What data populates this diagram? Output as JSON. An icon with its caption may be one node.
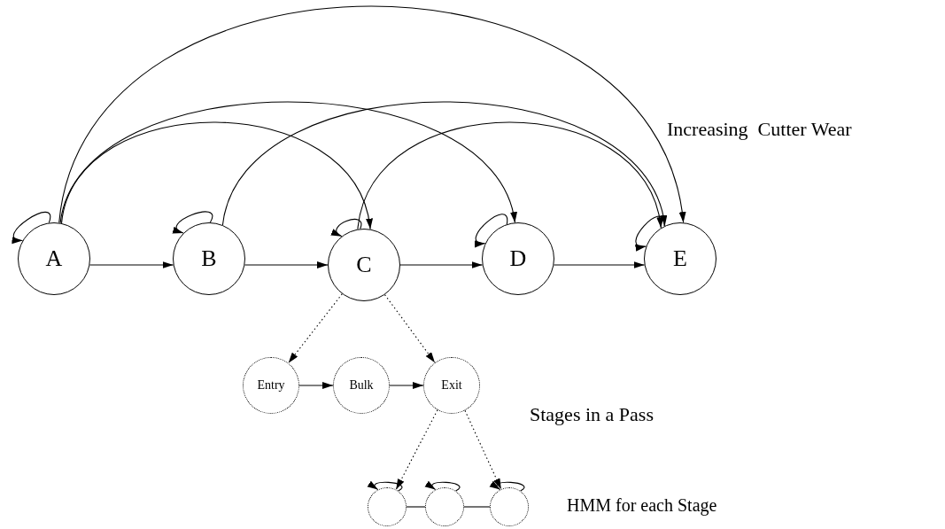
{
  "diagram": {
    "nodes": [
      {
        "text": [
          "A"
        ]
      },
      {
        "text": [
          "B"
        ]
      },
      {
        "text": [
          "C"
        ]
      },
      {
        "text": [
          "D"
        ]
      },
      {
        "text": [
          "E"
        ]
      },
      {
        "text": [
          "Entry"
        ]
      },
      {
        "text": [
          "Bulk"
        ]
      },
      {
        "text": [
          "Exit"
        ]
      },
      {
        "text": [],
        "shape": "circle"
      },
      {
        "text": [],
        "shape": "circle"
      },
      {
        "text": [],
        "shape": "circle"
      }
    ],
    "edges": [
      {
        "from": 0,
        "to": 0,
        "arrow": "to"
      },
      {
        "from": 1,
        "to": 1,
        "arrow": "to"
      },
      {
        "from": 2,
        "to": 2,
        "arrow": "to"
      },
      {
        "from": 3,
        "to": 3,
        "arrow": "to"
      },
      {
        "from": 4,
        "to": 4,
        "arrow": "to"
      },
      {
        "from": 0,
        "to": 1,
        "arrow": "to"
      },
      {
        "from": 1,
        "to": 2,
        "arrow": "to"
      },
      {
        "from": 2,
        "to": 3,
        "arrow": "to"
      },
      {
        "from": 3,
        "to": 4,
        "arrow": "to"
      },
      {
        "from": 0,
        "to": 2,
        "arrow": "to"
      },
      {
        "from": 0,
        "to": 3,
        "arrow": "to"
      },
      {
        "from": 0,
        "to": 4,
        "arrow": "to"
      },
      {
        "from": 1,
        "to": 4,
        "arrow": "to"
      },
      {
        "from": 2,
        "to": 4,
        "arrow": "to"
      },
      {
        "from": 2,
        "to": 5,
        "arrow": "to",
        "style": "dashed"
      },
      {
        "from": 2,
        "to": 7,
        "arrow": "to",
        "style": "dashed"
      },
      {
        "from": 5,
        "to": 6,
        "arrow": "to"
      },
      {
        "from": 6,
        "to": 7,
        "arrow": "to"
      },
      {
        "from": 7,
        "to": 8,
        "arrow": "to",
        "style": "dashed"
      },
      {
        "from": 7,
        "to": 10,
        "arrow": "to",
        "style": "dashed"
      },
      {
        "from": 8,
        "to": 8,
        "arrow": "to"
      },
      {
        "from": 9,
        "to": 9,
        "arrow": "to"
      },
      {
        "from": 10,
        "to": 10,
        "arrow": "to"
      },
      {
        "from": 8,
        "to": 9,
        "arrow": "none"
      },
      {
        "from": 9,
        "to": 10,
        "arrow": "none"
      }
    ],
    "labels": [
      "Increasing  Cutter Wear",
      "Stages in a Pass",
      "HMM for each Stage"
    ]
  }
}
